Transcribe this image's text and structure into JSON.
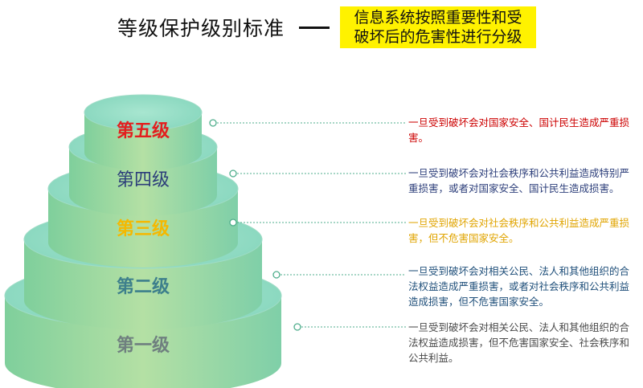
{
  "header": {
    "title": "等级保护级别标准",
    "subtitle_line1": "信息系统按照重要性和受",
    "subtitle_line2": "破坏后的危害性进行分级"
  },
  "levels": [
    {
      "label": "第五级",
      "color": "#e31e1e",
      "bold": true,
      "description": "一旦受到破坏会对国家安全、国计民生造成严重损害。",
      "desc_color": "#cc0000"
    },
    {
      "label": "第四级",
      "color": "#2c3e7a",
      "bold": false,
      "description": "一旦受到破坏会对社会秩序和公共利益造成特别严重损害，或者对国家安全、国计民生造成损害。",
      "desc_color": "#2c3e7a"
    },
    {
      "label": "第三级",
      "color": "#f5b800",
      "bold": true,
      "description": "一旦受到破坏会对社会秩序和公共利益造成严重损害，但不危害国家安全。",
      "desc_color": "#e0a400"
    },
    {
      "label": "第二级",
      "color": "#3d7f8c",
      "bold": true,
      "description": "一旦受到破坏会对相关公民、法人和其他组织的合法权益造成严重损害，或者对社会秩序和公共利益造成损害，但不危害国家安全。",
      "desc_color": "#1f4f7a"
    },
    {
      "label": "第一级",
      "color": "#6f7f7f",
      "bold": true,
      "description": "一旦受到破坏会对相关公民、法人和其他组织的合法权益造成损害，但不危害国家安全、社会秩序和公共利益。",
      "desc_color": "#4a4a4a"
    }
  ],
  "colors": {
    "tier_top": "#8fdcc4",
    "tier_side_light": "#a9dca0",
    "tier_side_dark": "#7fcf9c",
    "connector": "#4fae8c"
  }
}
